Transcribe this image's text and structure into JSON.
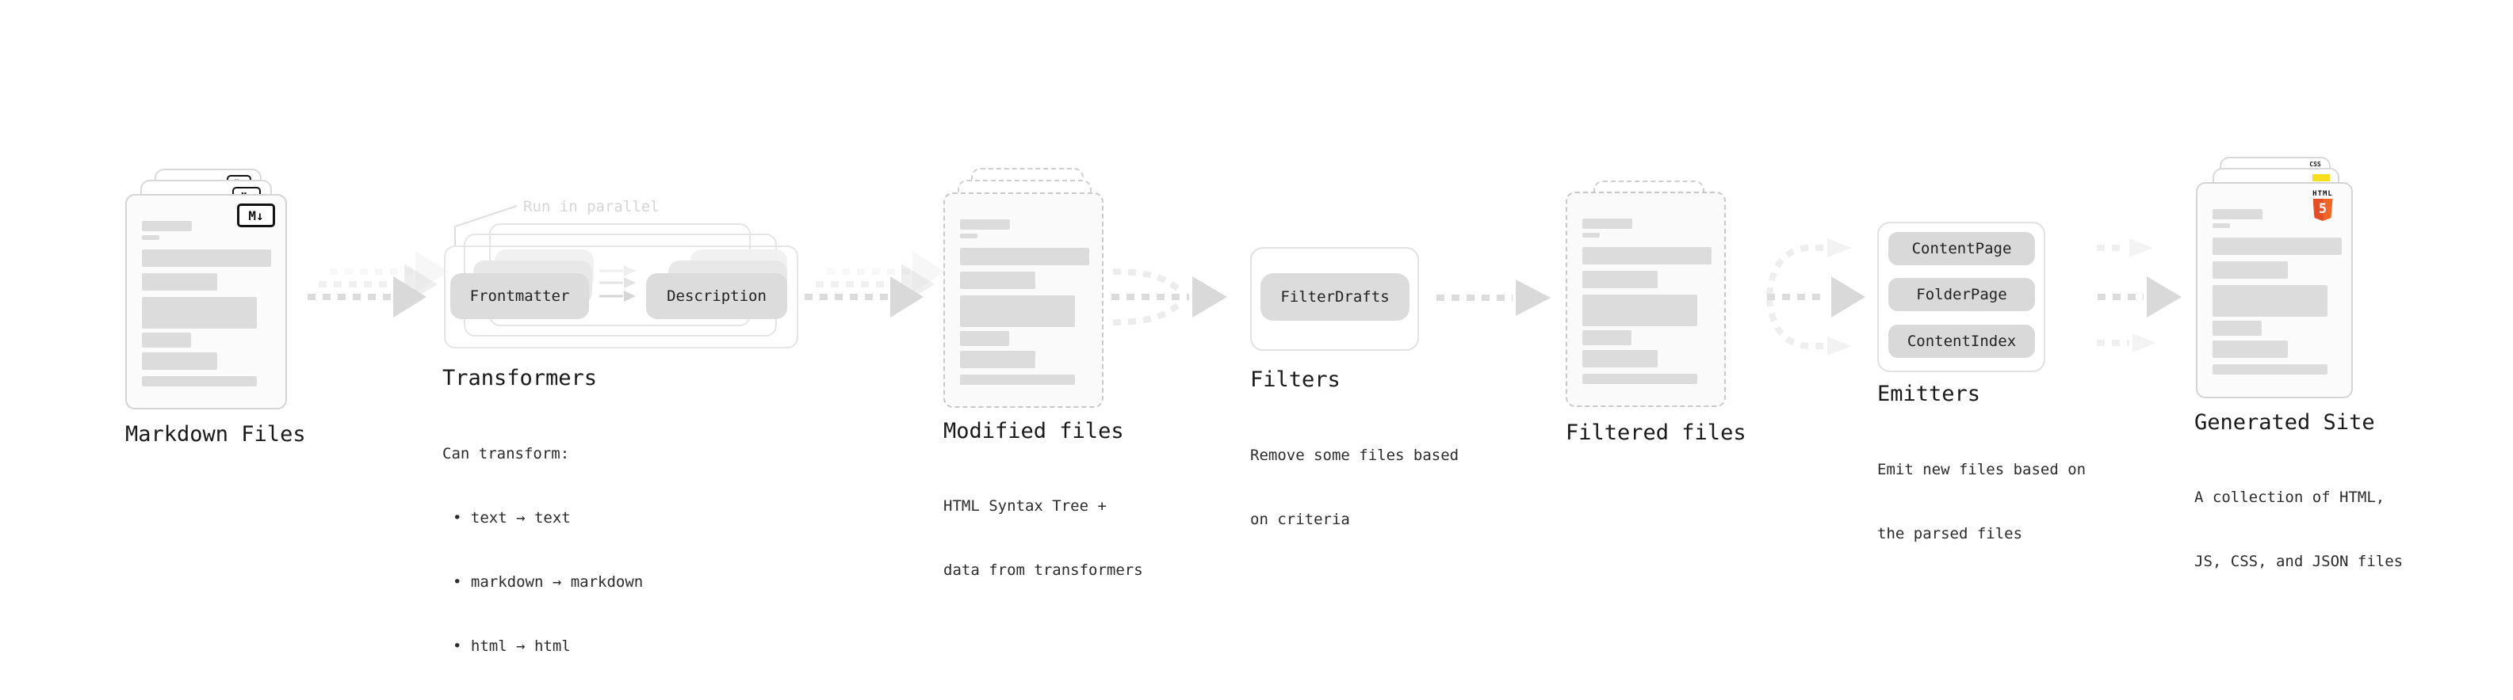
{
  "diagram": {
    "stages": [
      {
        "id": "markdown-files",
        "title": "Markdown Files"
      },
      {
        "id": "transformers",
        "title": "Transformers",
        "annotation": "Run in parallel",
        "pills": [
          "Frontmatter",
          "Description"
        ],
        "description": [
          "Can transform:",
          "• text → text",
          "• markdown → markdown",
          "• html → html"
        ]
      },
      {
        "id": "modified-files",
        "title": "Modified files",
        "description": [
          "HTML Syntax Tree +",
          "data from transformers"
        ]
      },
      {
        "id": "filters",
        "title": "Filters",
        "pills": [
          "FilterDrafts"
        ],
        "description": [
          "Remove some files based",
          "on criteria"
        ]
      },
      {
        "id": "filtered-files",
        "title": "Filtered files"
      },
      {
        "id": "emitters",
        "title": "Emitters",
        "pills": [
          "ContentPage",
          "FolderPage",
          "ContentIndex"
        ],
        "description": [
          "Emit new files based on",
          "the parsed files"
        ]
      },
      {
        "id": "generated-site",
        "title": "Generated Site",
        "description": [
          "A collection of HTML,",
          "JS, CSS, and JSON files"
        ]
      }
    ],
    "file_icons": {
      "markdown": "M↓",
      "html5_word": "HTML",
      "html5_glyph": "5",
      "css_word": "CSS"
    },
    "colors": {
      "html5_orange": "#e44d26",
      "html5_orange_light": "#f16529",
      "js_yellow": "#f7df1e",
      "css_blue": "#2b6cf6",
      "doc_bar_gray": "#dcdcdc",
      "pill_gray": "#dcdcdc",
      "arrow_gray": "#d9d9d9",
      "annotation_gray": "#d6d6d6"
    }
  }
}
